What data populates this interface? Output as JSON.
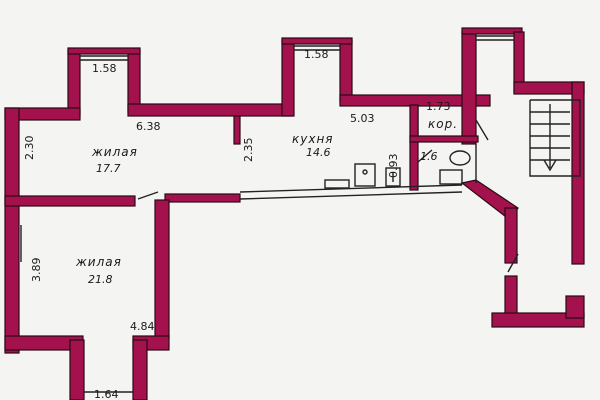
{
  "rooms": {
    "living1": {
      "name": "жилая",
      "area": "17.7"
    },
    "living2": {
      "name": "жилая",
      "area": "21.8"
    },
    "kitchen": {
      "name": "кухня",
      "area": "14.6"
    },
    "corridor": {
      "name": "кор."
    },
    "bath": {
      "area": "1.6"
    }
  },
  "dimensions": {
    "bay1_width": "1.58",
    "bay2_width": "1.58",
    "living1_width": "6.38",
    "living1_depth": "2.30",
    "partition": "2.35",
    "kitchen_width": "5.03",
    "corridor_width": "1.73",
    "bath_depth": "0.93",
    "living2_depth": "3.89",
    "living2_width": "4.84",
    "bottom_bay": "1.64"
  },
  "colors": {
    "wall": "#a3124d",
    "background": "#f4f4f2"
  }
}
